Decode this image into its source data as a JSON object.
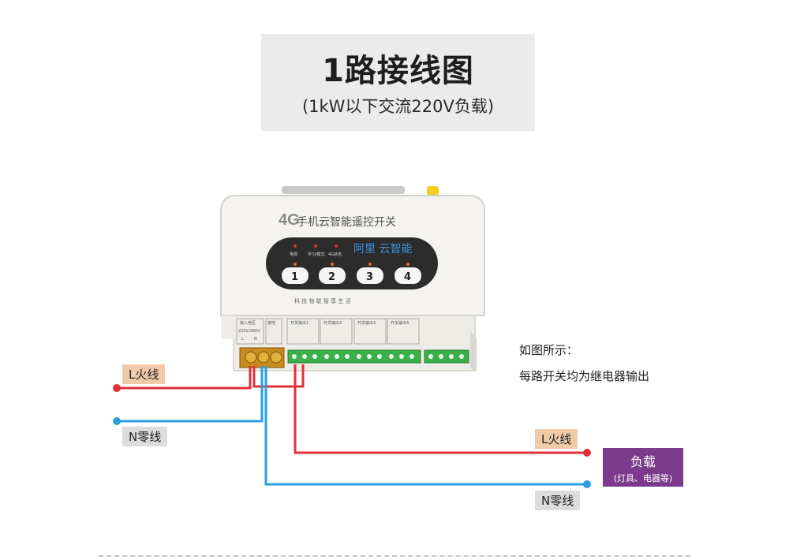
{
  "header": {
    "title": "1路接线图",
    "subtitle": "(1kW以下交流220V负载)"
  },
  "device": {
    "brand_prefix": "4G",
    "name": "手机云智能遥控开关",
    "cloud_label": "阿里 云智能",
    "indicators": [
      "电源",
      "学习/模式",
      "4G状态"
    ],
    "buttons": [
      "1",
      "2",
      "3",
      "4"
    ],
    "slogan": "科 技 物 联   智 享 生 活",
    "terminal_labels": [
      "输入电压",
      "接地",
      "开关输出1",
      "开关输出2",
      "开关输出3",
      "开关输出4"
    ],
    "voltage_label": "220V/380V",
    "input_pins": [
      "L",
      "N"
    ]
  },
  "wires": {
    "input_live": "L火线",
    "input_neutral": "N零线",
    "output_live": "L火线",
    "output_neutral": "N零线"
  },
  "load": {
    "title": "负载",
    "subtitle": "(灯具、电器等)"
  },
  "notes": [
    "如图所示：",
    "每路开关均为继电器输出"
  ],
  "colors": {
    "live_wire": "#e0303a",
    "neutral_wire": "#2a9fe0",
    "load_box": "#7b3a8c",
    "device_body": "#f4f3ef"
  }
}
